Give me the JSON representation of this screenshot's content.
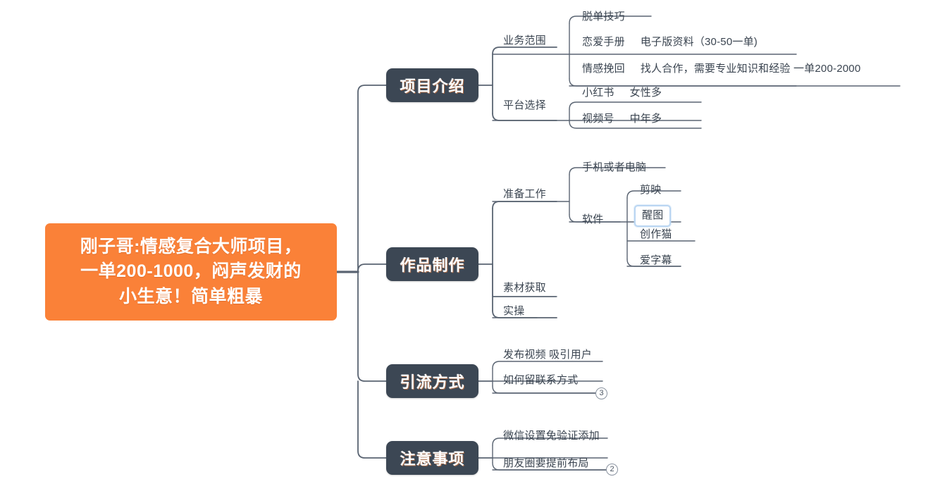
{
  "app": {
    "type": "mindmap",
    "canvas_background": "#ffffff",
    "accent_color": "#FA8138",
    "node_color": "#3C4754",
    "line_color": "#5A6472",
    "text_color": "#3A4450",
    "selection_color": "#BBD6F2"
  },
  "root": {
    "label": "刚子哥:情感复合大师项目，\n一单200-1000，闷声发财的\n小生意！简单粗暴"
  },
  "branches": [
    {
      "label": "项目介绍",
      "children": [
        {
          "label": "业务范围",
          "children": [
            {
              "label": "脱单技巧",
              "detail": ""
            },
            {
              "label": "恋爱手册",
              "detail": "电子版资料（30-50一单)"
            },
            {
              "label": "情感挽回",
              "detail": "找人合作，需要专业知识和经验 一单200-2000"
            }
          ]
        },
        {
          "label": "平台选择",
          "children": [
            {
              "label": "小红书",
              "detail": "女性多"
            },
            {
              "label": "视频号",
              "detail": "中年多"
            }
          ]
        }
      ]
    },
    {
      "label": "作品制作",
      "children": [
        {
          "label": "准备工作",
          "children": [
            {
              "label": "手机或者电脑",
              "detail": ""
            },
            {
              "label": "软件",
              "children": [
                {
                  "label": "剪映",
                  "selected": false
                },
                {
                  "label": "醒图",
                  "selected": true
                },
                {
                  "label": "创作猫",
                  "selected": false
                },
                {
                  "label": "爱字幕",
                  "selected": false
                }
              ]
            }
          ]
        },
        {
          "label": "素材获取",
          "children": []
        },
        {
          "label": "实操",
          "children": []
        }
      ]
    },
    {
      "label": "引流方式",
      "children": [
        {
          "label": "发布视频 吸引用户",
          "detail": ""
        },
        {
          "label": "如何留联系方式",
          "detail": "",
          "collapsed_count": "3"
        }
      ]
    },
    {
      "label": "注意事项",
      "children": [
        {
          "label": "微信设置免验证添加",
          "detail": ""
        },
        {
          "label": "朋友圈要提前布局",
          "detail": "",
          "collapsed_count": "2"
        }
      ]
    }
  ]
}
